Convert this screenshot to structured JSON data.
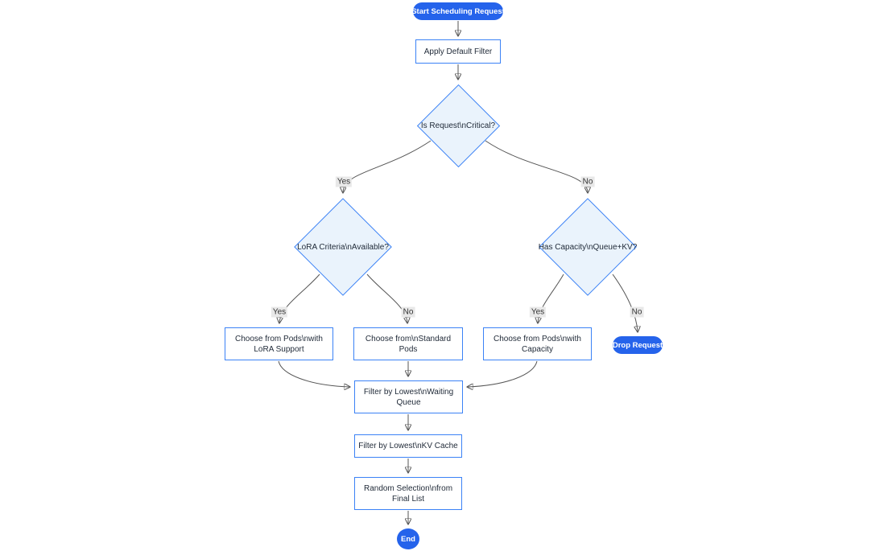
{
  "diagram": {
    "type": "flowchart",
    "colors": {
      "pill_fill": "#2563eb",
      "pill_text": "#ffffff",
      "node_border": "#3b82f6",
      "node_fill": "#ffffff",
      "decision_fill": "#eaf3fc",
      "node_text": "#1f2937",
      "edge_line": "#555555",
      "edge_label_bg": "#e8e8e8",
      "edge_label_text": "#333333",
      "background": "#ffffff"
    },
    "nodes": {
      "start": {
        "shape": "stadium",
        "lines": [
          "Start Scheduling Request"
        ]
      },
      "apply_filter": {
        "shape": "rect",
        "lines": [
          "Apply Default Filter"
        ]
      },
      "is_critical": {
        "shape": "diamond",
        "lines": [
          "Is Request\\nCritical?"
        ]
      },
      "lora_criteria": {
        "shape": "diamond",
        "lines": [
          "LoRA Criteria\\nAvailable?"
        ]
      },
      "has_capacity": {
        "shape": "diamond",
        "lines": [
          "Has Capacity\\nQueue+KV?"
        ]
      },
      "choose_lora": {
        "shape": "rect",
        "lines": [
          "Choose from Pods\\nwith",
          "LoRA Support"
        ]
      },
      "choose_standard": {
        "shape": "rect",
        "lines": [
          "Choose from\\nStandard",
          "Pods"
        ]
      },
      "choose_capacity": {
        "shape": "rect",
        "lines": [
          "Choose from Pods\\nwith",
          "Capacity"
        ]
      },
      "drop_request": {
        "shape": "stadium",
        "lines": [
          "Drop Request"
        ]
      },
      "filter_waiting": {
        "shape": "rect",
        "lines": [
          "Filter by Lowest\\nWaiting",
          "Queue"
        ]
      },
      "filter_kv": {
        "shape": "rect",
        "lines": [
          "Filter by Lowest\\nKV Cache"
        ]
      },
      "random_selection": {
        "shape": "rect",
        "lines": [
          "Random Selection\\nfrom",
          "Final List"
        ]
      },
      "end": {
        "shape": "circle",
        "lines": [
          "End"
        ]
      }
    },
    "edge_labels": {
      "critical_yes": "Yes",
      "critical_no": "No",
      "lora_yes": "Yes",
      "lora_no": "No",
      "capacity_yes": "Yes",
      "capacity_no": "No"
    }
  }
}
